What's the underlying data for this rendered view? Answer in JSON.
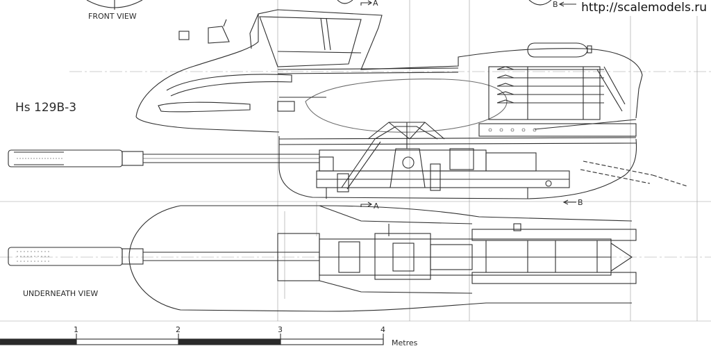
{
  "watermark": "http://scalemodels.ru",
  "labels": {
    "front_view": "FRONT VIEW",
    "model": "Hs 129B-3",
    "underneath_view": "UNDERNEATH VIEW",
    "section_a_top": "A",
    "section_b_top": "B",
    "section_a_mid": "A",
    "section_b_mid": "B"
  },
  "scale_bar": {
    "ticks": [
      "1",
      "2",
      "3",
      "4"
    ],
    "unit": "Metres"
  },
  "colors": {
    "ink": "#2a2a2a",
    "paper": "#ffffff",
    "guide": "#9a9a9a"
  }
}
